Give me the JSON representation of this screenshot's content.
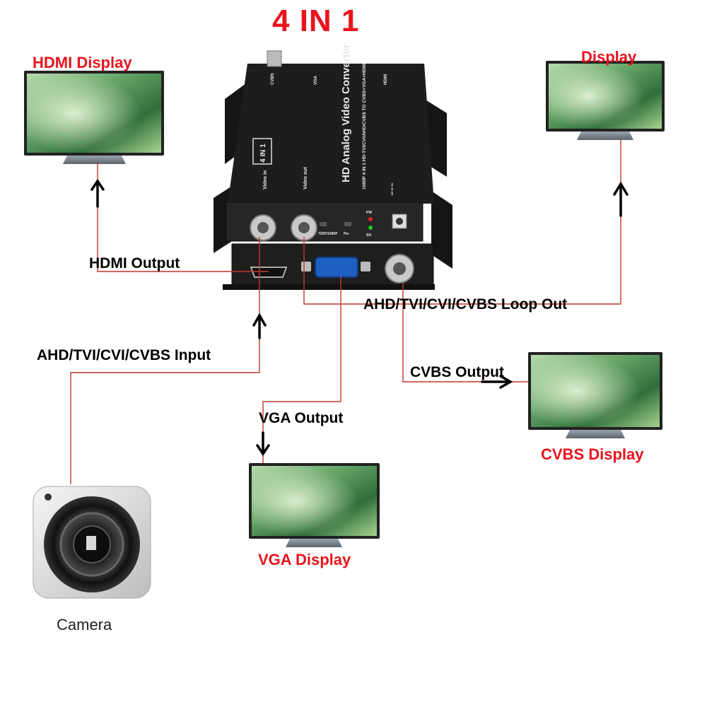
{
  "title": "4 IN 1",
  "displays": {
    "hdmi_display": "HDMI Display",
    "loop_display": "Display",
    "cvbs_display": "CVBS Display",
    "vga_display": "VGA Display"
  },
  "connections": {
    "hdmi_output": "HDMI Output",
    "loop_out": "AHD/TVI/CVI/CVBS Loop Out",
    "input": "AHD/TVI/CVI/CVBS Input",
    "cvbs_output": "CVBS Output",
    "vga_output": "VGA Output"
  },
  "camera": {
    "caption": "Camera"
  },
  "device": {
    "name": "HD Analog Video Converter",
    "subtitle": "1080P 4 IN 1 HD-TVI/CVI/AHD/CVBS TO CVBS+VGA+HDMI",
    "badge": "4 IN 1",
    "port_video_in": "Video in",
    "port_video_out": "Video out",
    "top_cvbs": "CVBS",
    "top_vga": "VGA",
    "top_hdmi": "HDMI",
    "switch_res": "720P/1080P",
    "switch_pw": "Pw",
    "led_pw": "PW",
    "led_sn": "SN",
    "dc": "DC 5V IN"
  },
  "colors": {
    "accent_red": "#e8141c",
    "wire": "#c0392b",
    "device": "#1c1c1c",
    "screen": "#6aa86a"
  }
}
